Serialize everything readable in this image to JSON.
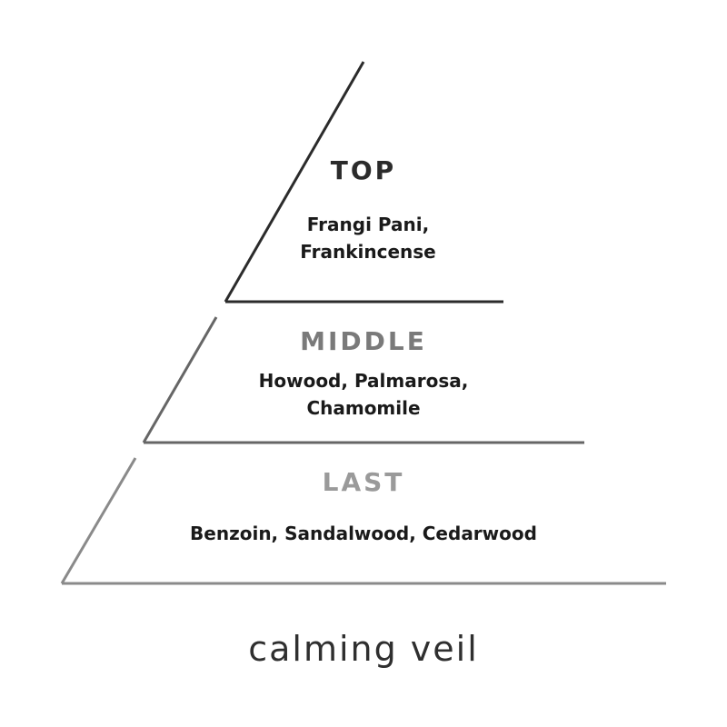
{
  "tiers": {
    "top": {
      "title": "TOP",
      "notes_line1": "Frangi Pani,",
      "notes_line2": "Frankincense"
    },
    "middle": {
      "title": "MIDDLE",
      "notes_line1": "Howood, Palmarosa,",
      "notes_line2": "Chamomile"
    },
    "last": {
      "title": "LAST",
      "notes_line1": "Benzoin, Sandalwood, Cedarwood"
    }
  },
  "product_name": "calming veil",
  "colors": {
    "top_stroke": "#2b2b2b",
    "middle_stroke": "#666666",
    "last_stroke": "#8a8a8a",
    "top_title": "#2b2b2b",
    "middle_title": "#7a7a7a",
    "last_title": "#9a9a9a"
  }
}
